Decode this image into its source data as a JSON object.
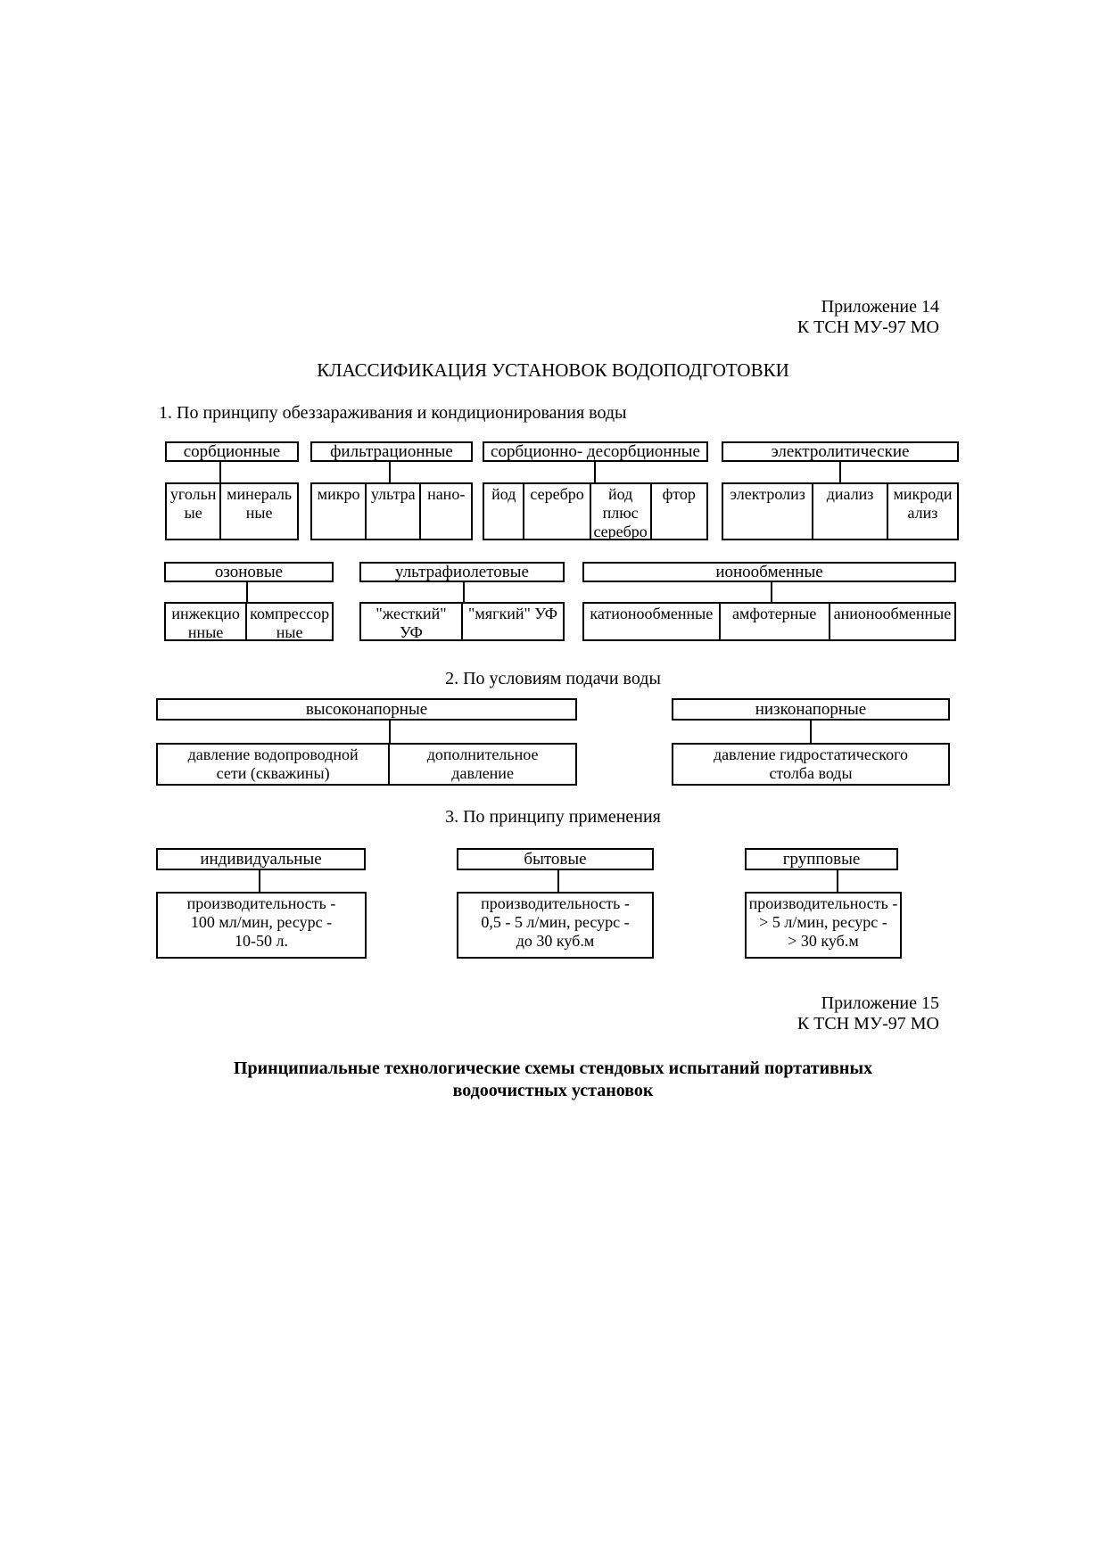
{
  "appendix_top": {
    "line1": "Приложение 14",
    "line2": "К ТСН МУ-97 МО"
  },
  "main_title": "КЛАССИФИКАЦИЯ УСТАНОВОК ВОДОПОДГОТОВКИ",
  "sections": [
    {
      "heading": "1. По принципу обеззараживания и кондиционирования воды",
      "groups": [
        {
          "header": "сорбционные",
          "children": [
            "угольн\nые",
            "минераль\nные"
          ]
        },
        {
          "header": "фильтрационные",
          "children": [
            "микро",
            "ультра",
            "нано-"
          ]
        },
        {
          "header": "сорбционно- десорбционные",
          "children": [
            "йод",
            "серебро",
            "йод\nплюс\nсеребро",
            "фтор"
          ]
        },
        {
          "header": "электролитические",
          "children": [
            "электролиз",
            "диализ",
            "микроди\nализ"
          ]
        },
        {
          "header": "озоновые",
          "children": [
            "инжекцио\nнные",
            "компрессор\nные"
          ]
        },
        {
          "header": "ультрафиолетовые",
          "children": [
            "\"жесткий\"\nУФ",
            "\"мягкий\" УФ"
          ]
        },
        {
          "header": "ионообменные",
          "children": [
            "катионообменные",
            "амфотерные",
            "анионообменные"
          ]
        }
      ]
    },
    {
      "heading": "2. По условиям подачи воды",
      "groups": [
        {
          "header": "высоконапорные",
          "children": [
            "давление водопроводной\nсети (скважины)",
            "дополнительное\nдавление"
          ]
        },
        {
          "header": "низконапорные",
          "children": [
            "давление гидростатического\nстолба воды"
          ]
        }
      ]
    },
    {
      "heading": "3. По принципу применения",
      "groups": [
        {
          "header": "индивидуальные",
          "children": [
            "производительность -\n100 мл/мин, ресурс -\n10-50 л."
          ]
        },
        {
          "header": "бытовые",
          "children": [
            "производительность -\n0,5 - 5 л/мин, ресурс -\nдо 30 куб.м"
          ]
        },
        {
          "header": "групповые",
          "children": [
            "производительность -\n> 5 л/мин, ресурс -\n> 30 куб.м"
          ]
        }
      ]
    }
  ],
  "appendix_bottom": {
    "line1": "Приложение 15",
    "line2": "К ТСН МУ-97 МО"
  },
  "bottom_title": {
    "line1": "Принципиальные технологические схемы стендовых испытаний портативных",
    "line2": "водоочистных установок"
  }
}
